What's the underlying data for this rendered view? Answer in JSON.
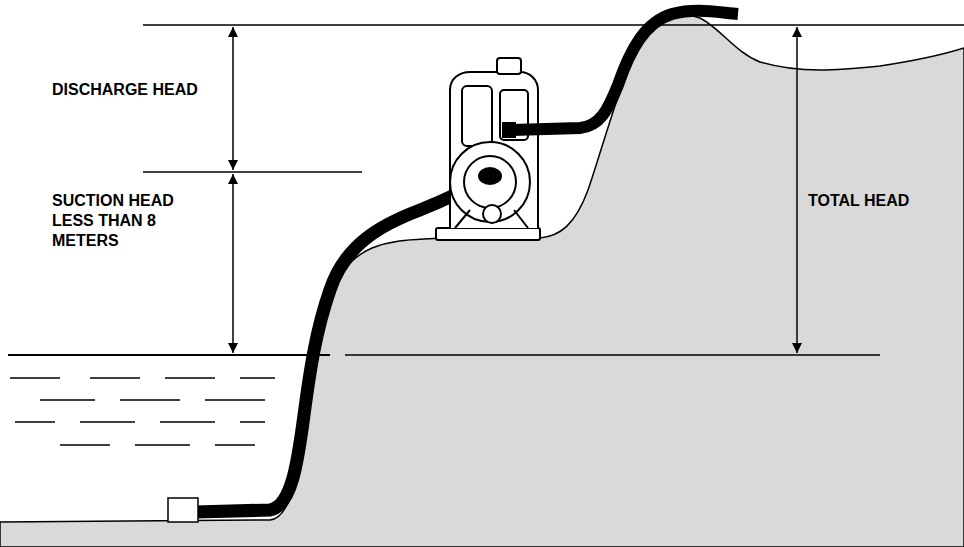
{
  "diagram": {
    "labels": [
      "DISCHARGE HEAD",
      "SUCTION HEAD LESS THAN 8 METERS",
      "TOTAL HEAD"
    ]
  }
}
